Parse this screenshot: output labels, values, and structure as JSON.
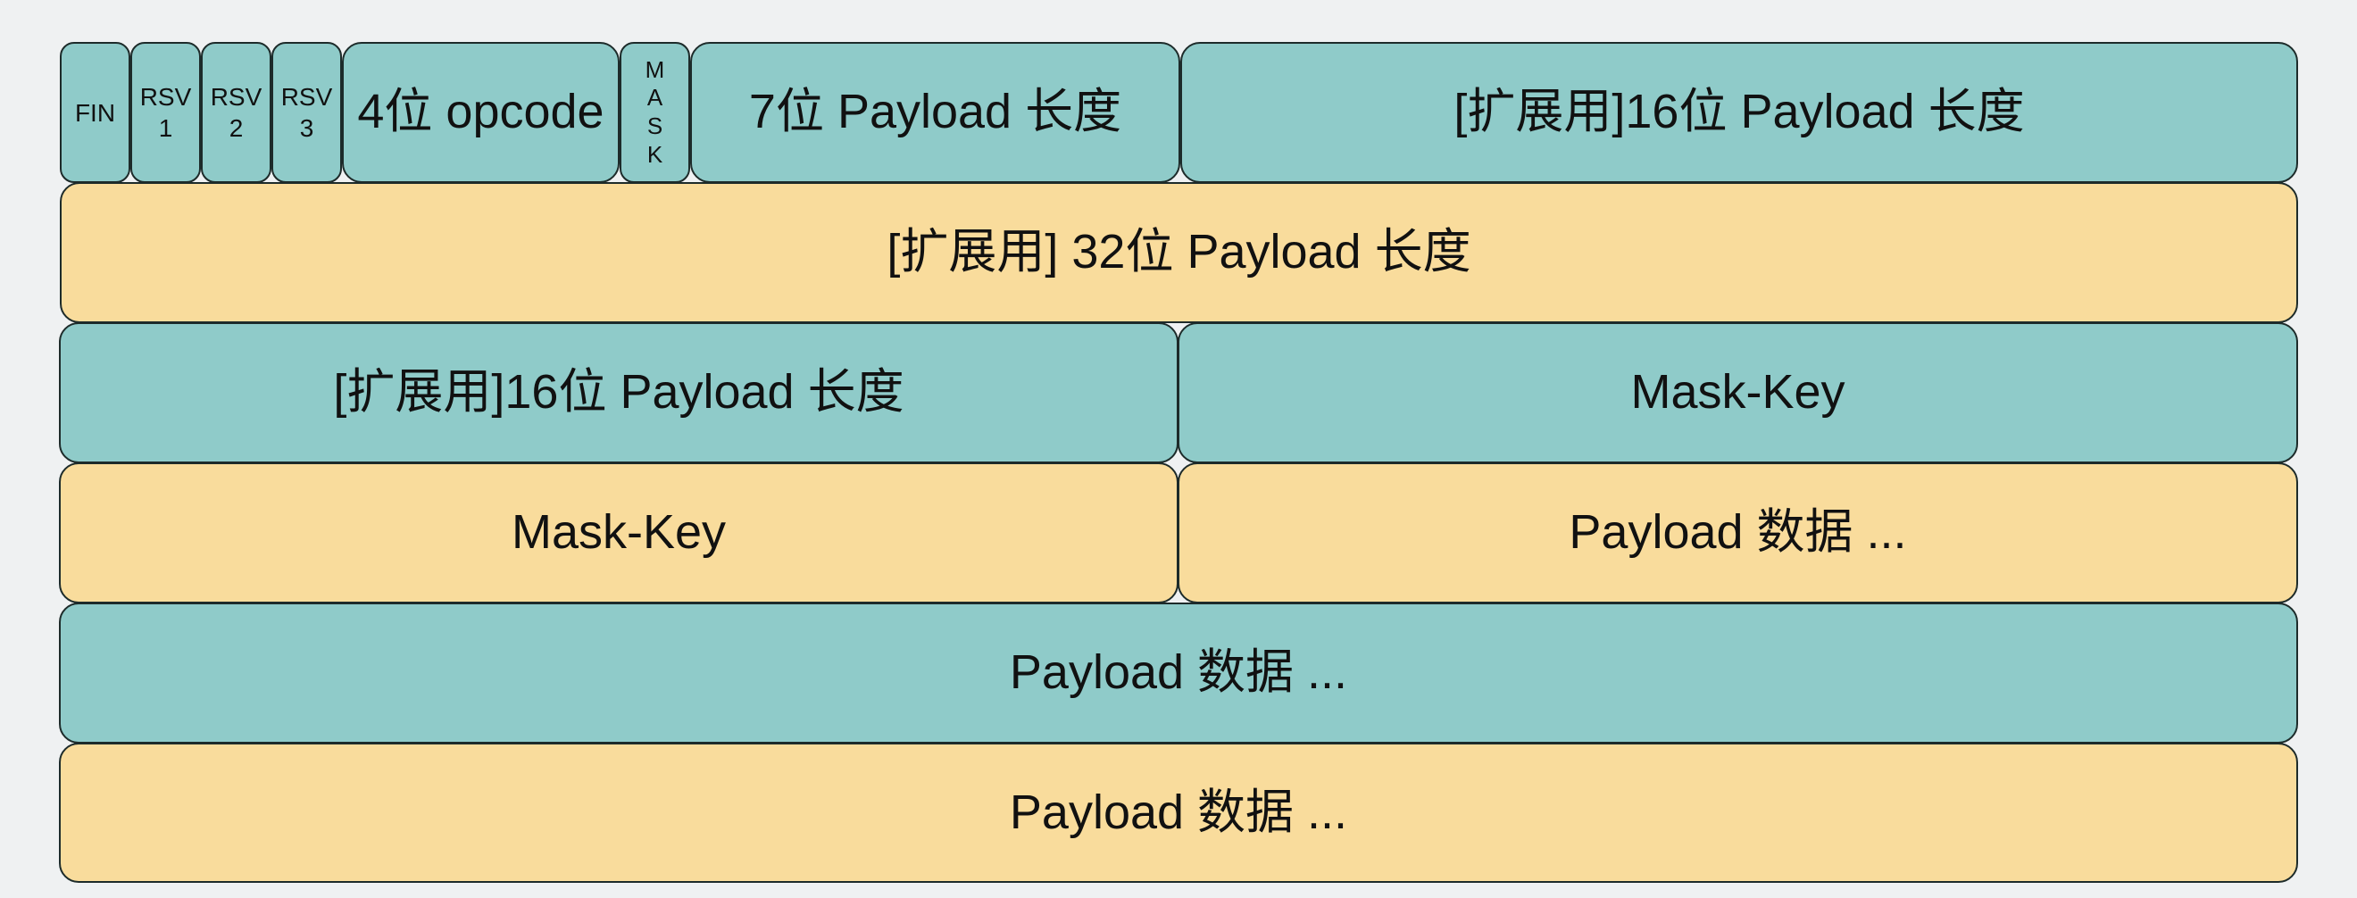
{
  "colors": {
    "teal": "#8fcbc9",
    "yellow": "#f9dc9c",
    "background": "#eff1f2"
  },
  "row1": {
    "fin": "FIN",
    "rsv1": [
      "RSV",
      "1"
    ],
    "rsv2": [
      "RSV",
      "2"
    ],
    "rsv3": [
      "RSV",
      "3"
    ],
    "opcode": "4位 opcode",
    "mask": [
      "M",
      "A",
      "S",
      "K"
    ],
    "payload_len7": "7位 Payload 长度",
    "ext_len16": "[扩展用]16位 Payload 长度"
  },
  "row2": {
    "ext_len32": "[扩展用] 32位 Payload 长度"
  },
  "row3": {
    "ext_len16": "[扩展用]16位 Payload 长度",
    "mask_key": "Mask-Key"
  },
  "row4": {
    "mask_key": "Mask-Key",
    "payload_data": "Payload 数据 ..."
  },
  "row5": {
    "payload_data": "Payload 数据 ..."
  },
  "row6": {
    "payload_data": "Payload 数据 ..."
  }
}
